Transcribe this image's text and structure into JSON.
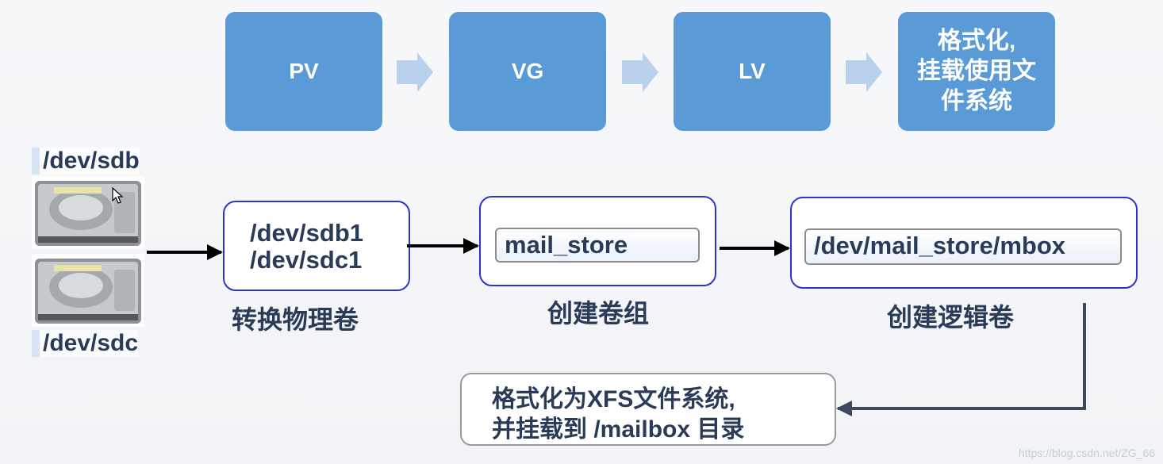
{
  "stages": {
    "pv": "PV",
    "vg": "VG",
    "lv": "LV",
    "mount": "格式化,\n挂载使用文\n件系统"
  },
  "devices": {
    "sdb": "/dev/sdb",
    "sdc": "/dev/sdc"
  },
  "physical_volumes": {
    "sdb1": "/dev/sdb1",
    "sdc1": "/dev/sdc1",
    "caption": "转换物理卷"
  },
  "volume_group": {
    "name": "mail_store",
    "caption": "创建卷组"
  },
  "logical_volume": {
    "path": "/dev/mail_store/mbox",
    "caption": "创建逻辑卷"
  },
  "final_step": {
    "line1": "格式化为XFS文件系统,",
    "line2": "并挂载到 /mailbox 目录"
  },
  "watermark": "https://blog.csdn.net/ZG_66",
  "icons": {
    "disk": "hard-disk-icon",
    "cursor": "mouse-cursor-icon",
    "chevron": "chevron-right-icon"
  },
  "colors": {
    "stage_fill": "#5a9ad6",
    "chevron": "#b9d1ec",
    "box_border": "#2b35cc",
    "text": "#2a3b57",
    "connector_elbow": "#3d4a5c"
  }
}
